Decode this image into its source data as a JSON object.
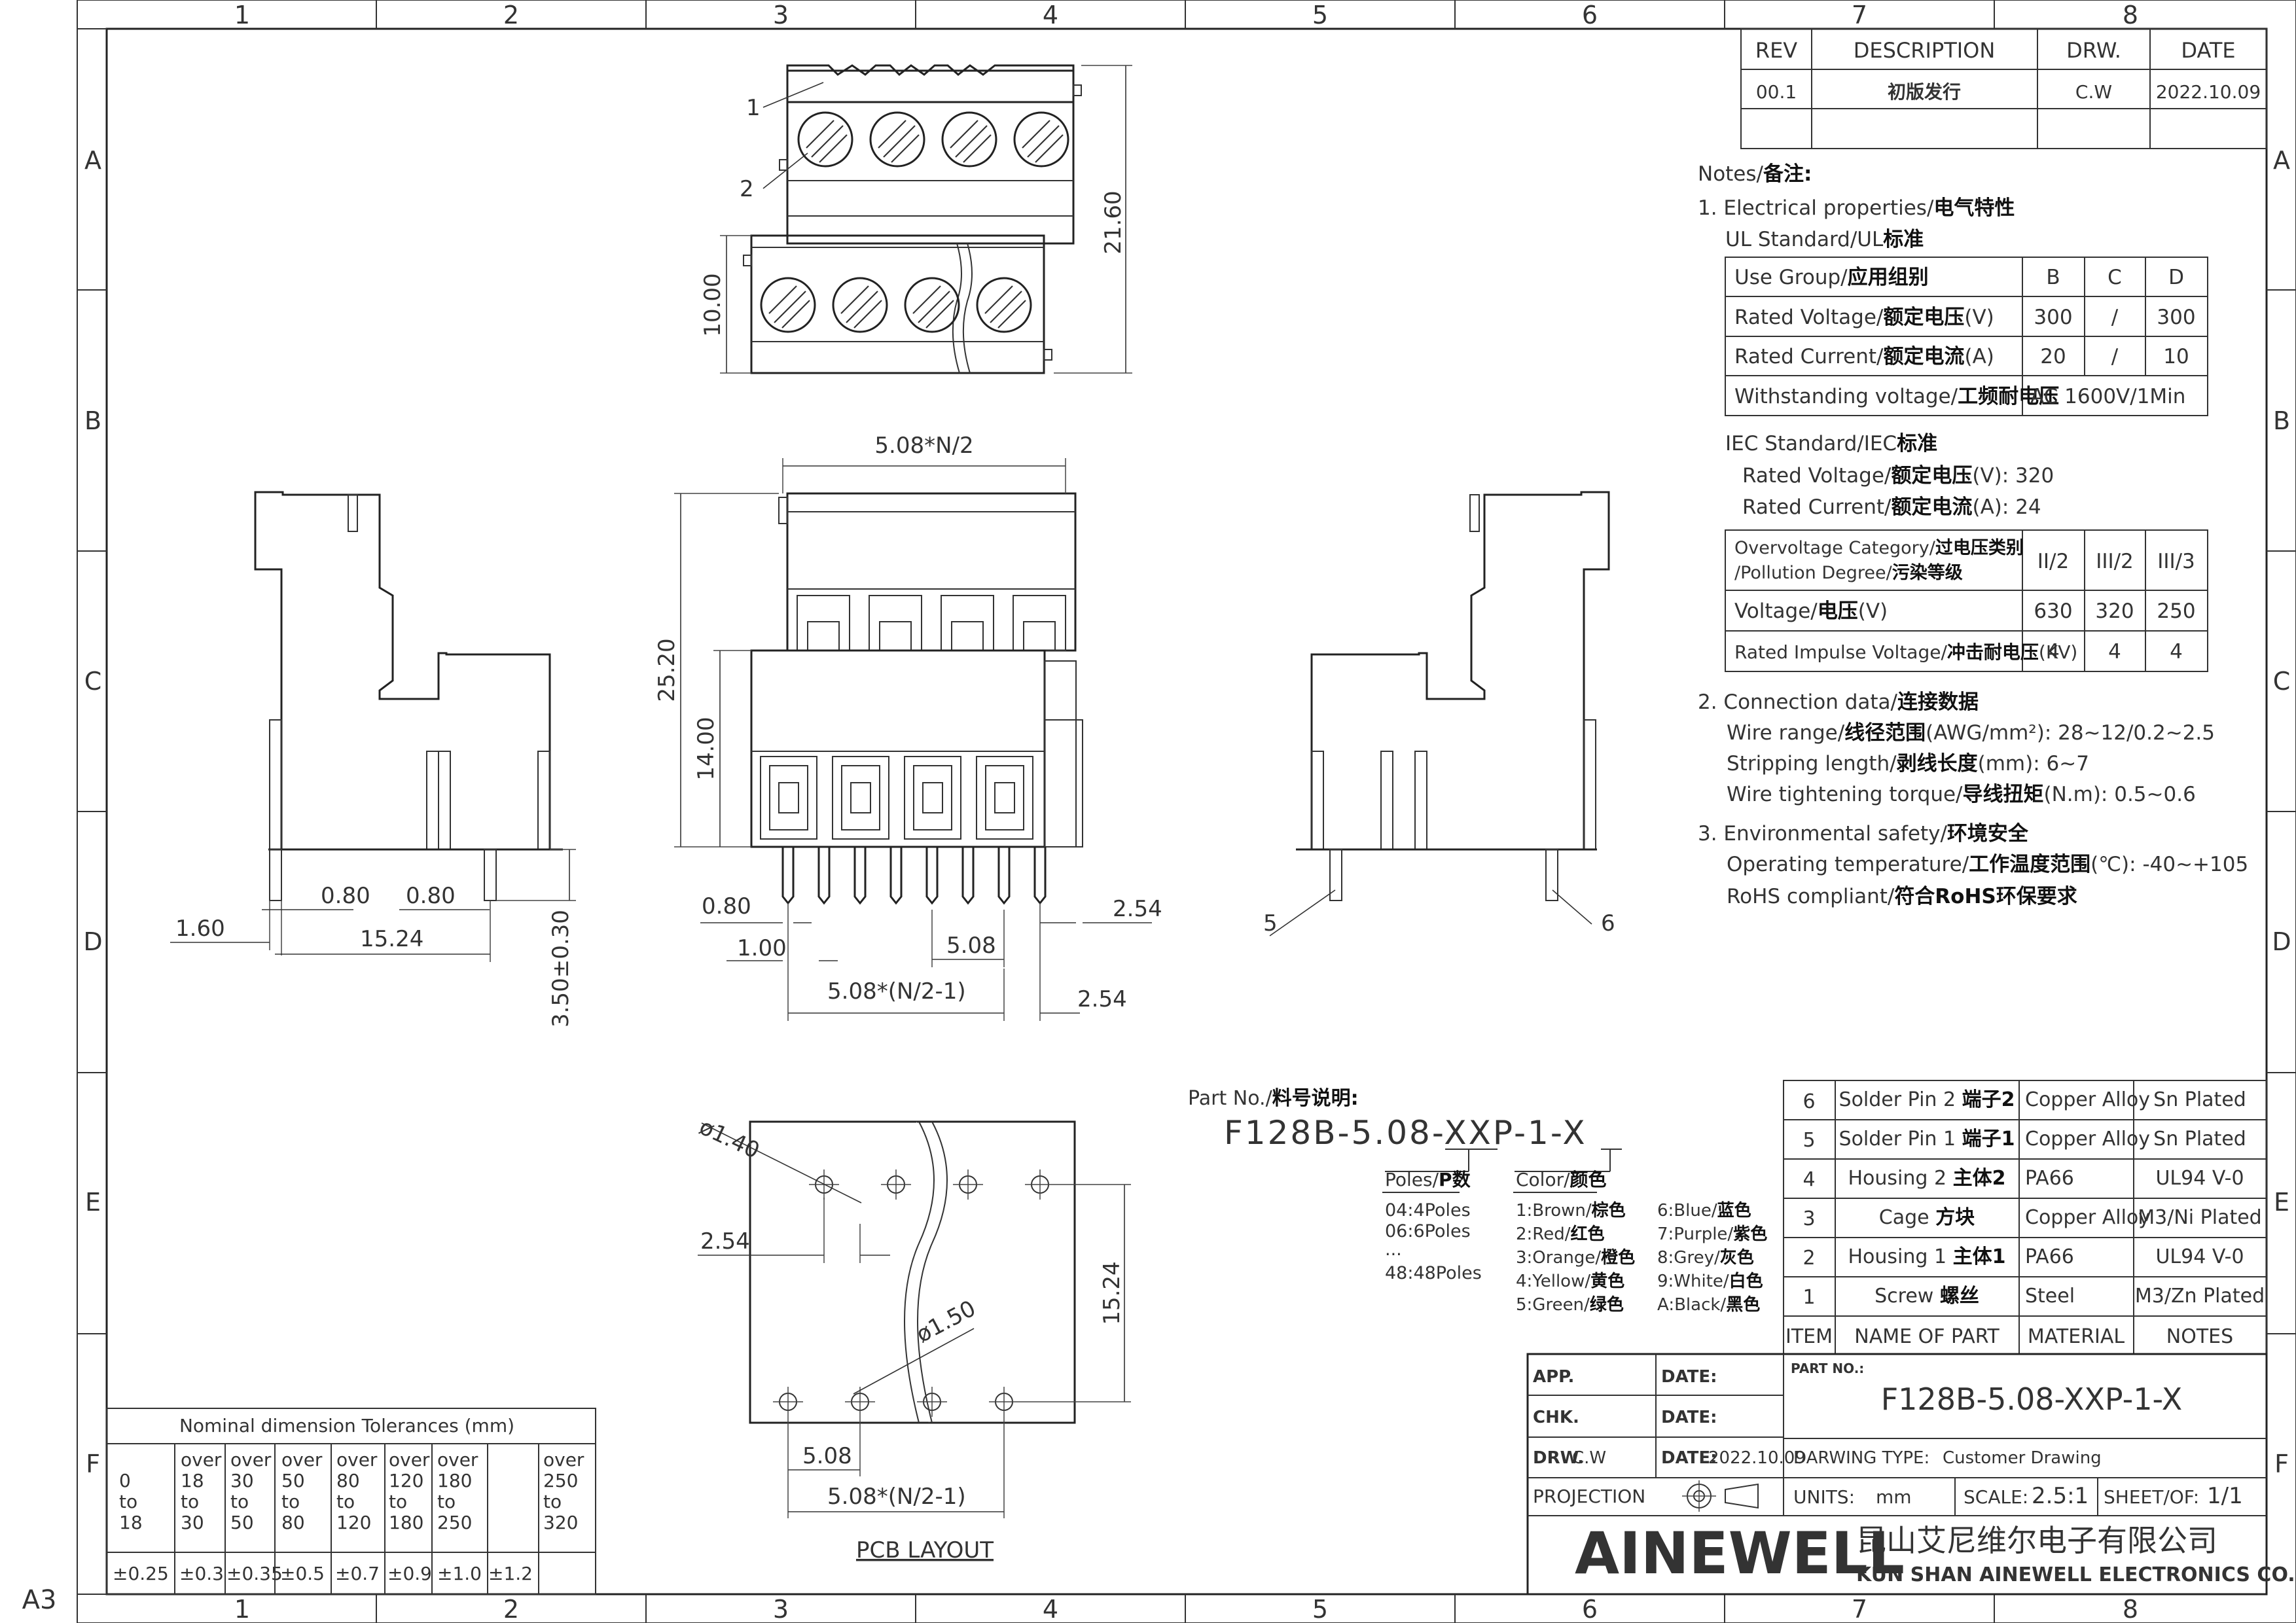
{
  "sheet": {
    "size": "A3",
    "col_labels": [
      "1",
      "2",
      "3",
      "4",
      "5",
      "6",
      "7",
      "8"
    ],
    "row_labels": [
      "A",
      "B",
      "C",
      "D",
      "E",
      "F"
    ]
  },
  "revision_table": {
    "headers": [
      "REV",
      "DESCRIPTION",
      "DRW.",
      "DATE"
    ],
    "rows": [
      [
        "00.1",
        "初版发行",
        "C.W",
        "2022.10.09"
      ]
    ]
  },
  "notes": {
    "title_en": "Notes/",
    "title_cn": "备注:",
    "electrical": {
      "en": "1. Electrical properties/",
      "cn": "电气特性"
    },
    "ul_standard": {
      "en": "UL Standard/UL",
      "cn": "标准"
    },
    "ul_table": [
      {
        "label_en": "Use Group/",
        "label_cn": "应用组别",
        "unit": "",
        "b": "B",
        "c": "C",
        "d": "D",
        "merged": ""
      },
      {
        "label_en": "Rated Voltage/",
        "label_cn": "额定电压",
        "unit": "(V)",
        "b": "300",
        "c": "/",
        "d": "300",
        "merged": ""
      },
      {
        "label_en": "Rated Current/",
        "label_cn": "额定电流",
        "unit": "(A)",
        "b": "20",
        "c": "/",
        "d": "10",
        "merged": ""
      },
      {
        "label_en": "Withstanding voltage/",
        "label_cn": "工频耐电压",
        "unit": "",
        "b": "",
        "c": "",
        "d": "",
        "merged": "AC 1600V/1Min"
      }
    ],
    "iec_standard": {
      "en": "IEC Standard/IEC",
      "cn": "标准"
    },
    "iec_voltage": {
      "en": "Rated Voltage/",
      "cn": "额定电压",
      "rest": "(V): 320"
    },
    "iec_current": {
      "en": "Rated Current/",
      "cn": "额定电流",
      "rest": "(A): 24"
    },
    "iec_table": {
      "header_line1_en": "Overvoltage Category/",
      "header_line1_cn": "过电压类别",
      "header_line2_en": "/Pollution Degree/",
      "header_line2_cn": "污染等级",
      "cols": [
        "II/2",
        "III/2",
        "III/3"
      ],
      "voltage": {
        "en": "Voltage/",
        "cn": "电压",
        "unit": "(V)",
        "values": [
          "630",
          "320",
          "250"
        ]
      },
      "impulse": {
        "en": "Rated Impulse Voltage/",
        "cn": "冲击耐电压",
        "unit": "(KV)",
        "values": [
          "4",
          "4",
          "4"
        ]
      }
    },
    "connection": {
      "en": "2. Connection data/",
      "cn": "连接数据"
    },
    "wire_range": {
      "en": "Wire range/",
      "cn": "线径范围",
      "rest": "(AWG/mm²): 28~12/0.2~2.5"
    },
    "stripping": {
      "en": "Stripping length/",
      "cn": "剥线长度",
      "rest": "(mm): 6~7"
    },
    "torque": {
      "en": "Wire tightening torque/",
      "cn": "导线扭矩",
      "rest": "(N.m): 0.5~0.6"
    },
    "environment": {
      "en": "3. Environmental safety/",
      "cn": "环境安全"
    },
    "temperature": {
      "en": "Operating temperature/",
      "cn": "工作温度范围",
      "rest": "(℃): -40~+105"
    },
    "rohs": {
      "en": "RoHS compliant/",
      "cn": "符合RoHS环保要求"
    }
  },
  "dimensions": {
    "top_height": "21.60",
    "top_lower": "10.00",
    "pitch_half": "5.08*N/2",
    "front_height": "25.20",
    "front_lower": "14.00",
    "pin_w": "0.80",
    "pin_pitch_a": "1.00",
    "pitch": "5.08",
    "pitch_total": "5.08*(N/2-1)",
    "offset_a": "2.54",
    "offset_b": "2.54",
    "side_080_a": "0.80",
    "side_080_b": "0.80",
    "side_160": "1.60",
    "side_1524": "15.24",
    "pin_length": "3.50±0.30",
    "pcb_hole_a": "ø1.40",
    "pcb_hole_b": "ø1.50",
    "pcb_254": "2.54",
    "pcb_1524": "15.24",
    "pcb_508": "5.08",
    "pcb_total": "5.08*(N/2-1)",
    "pcb_title": "PCB LAYOUT",
    "callout_1": "1",
    "callout_2": "2",
    "callout_5": "5",
    "callout_6": "6"
  },
  "part_number_block": {
    "title_en": "Part No./",
    "title_cn": "料号说明:",
    "code": "F128B-5.08-XXP-1-X",
    "poles_title_en": "Poles/",
    "poles_title_cn": "P数",
    "poles": [
      "04:4Poles",
      "06:6Poles",
      "...",
      "48:48Poles"
    ],
    "color_title_en": "Color/",
    "color_title_cn": "颜色",
    "colors_left": [
      {
        "en": "1:Brown/",
        "cn": "棕色"
      },
      {
        "en": "2:Red/",
        "cn": "红色"
      },
      {
        "en": "3:Orange/",
        "cn": "橙色"
      },
      {
        "en": "4:Yellow/",
        "cn": "黄色"
      },
      {
        "en": "5:Green/",
        "cn": "绿色"
      }
    ],
    "colors_right": [
      {
        "en": "6:Blue/",
        "cn": "蓝色"
      },
      {
        "en": "7:Purple/",
        "cn": "紫色"
      },
      {
        "en": "8:Grey/",
        "cn": "灰色"
      },
      {
        "en": "9:White/",
        "cn": "白色"
      },
      {
        "en": "A:Black/",
        "cn": "黑色"
      }
    ]
  },
  "bom": {
    "headers": [
      "ITEM",
      "NAME OF PART",
      "MATERIAL",
      "NOTES"
    ],
    "rows": [
      {
        "item": "6",
        "name_en": "Solder Pin 2",
        "name_cn": "端子2",
        "material": "Copper Alloy",
        "notes": "Sn Plated"
      },
      {
        "item": "5",
        "name_en": "Solder Pin 1",
        "name_cn": "端子1",
        "material": "Copper Alloy",
        "notes": "Sn Plated"
      },
      {
        "item": "4",
        "name_en": "Housing 2",
        "name_cn": "主体2",
        "material": "PA66",
        "notes": "UL94 V-0"
      },
      {
        "item": "3",
        "name_en": "Cage",
        "name_cn": "方块",
        "material": "Copper Alloy",
        "notes": "M3/Ni Plated"
      },
      {
        "item": "2",
        "name_en": "Housing 1",
        "name_cn": "主体1",
        "material": "PA66",
        "notes": "UL94 V-0"
      },
      {
        "item": "1",
        "name_en": "Screw",
        "name_cn": "螺丝",
        "material": "Steel",
        "notes": "M3/Zn Plated"
      }
    ]
  },
  "title_block": {
    "app": "APP.",
    "chk": "CHK.",
    "drw": "DRW.",
    "drw_value": "C.W",
    "date": "DATE:",
    "date_value": "2022.10.09",
    "part_no_label": "PART NO.:",
    "part_no": "F128B-5.08-XXP-1-X",
    "drawing_type_label": "DARWING TYPE:",
    "drawing_type": "Customer Drawing",
    "projection": "PROJECTION",
    "units_label": "UNITS:",
    "units": "mm",
    "scale_label": "SCALE:",
    "scale": "2.5:1",
    "sheet_label": "SHEET/OF:",
    "sheet": "1/1",
    "logo": "AINEWELL",
    "company_cn": "昆山艾尼维尔电子有限公司",
    "company_en": "KUN SHAN AINEWELL ELECTRONICS CO.,LTD"
  },
  "tolerance_table": {
    "title": "Nominal dimension Tolerances (mm)",
    "ranges": [
      [
        "0",
        "to",
        "18"
      ],
      [
        "over",
        "18",
        "to",
        "30"
      ],
      [
        "over",
        "30",
        "to",
        "50"
      ],
      [
        "over",
        "50",
        "to",
        "80"
      ],
      [
        "over",
        "80",
        "to",
        "120"
      ],
      [
        "over",
        "120",
        "to",
        "180"
      ],
      [
        "over",
        "180",
        "to",
        "250"
      ],
      [
        "over",
        "250",
        "to",
        "320"
      ]
    ],
    "values": [
      "±0.25",
      "±0.3",
      "±0.35",
      "±0.5",
      "±0.7",
      "±0.9",
      "±1.0",
      "±1.2"
    ]
  }
}
